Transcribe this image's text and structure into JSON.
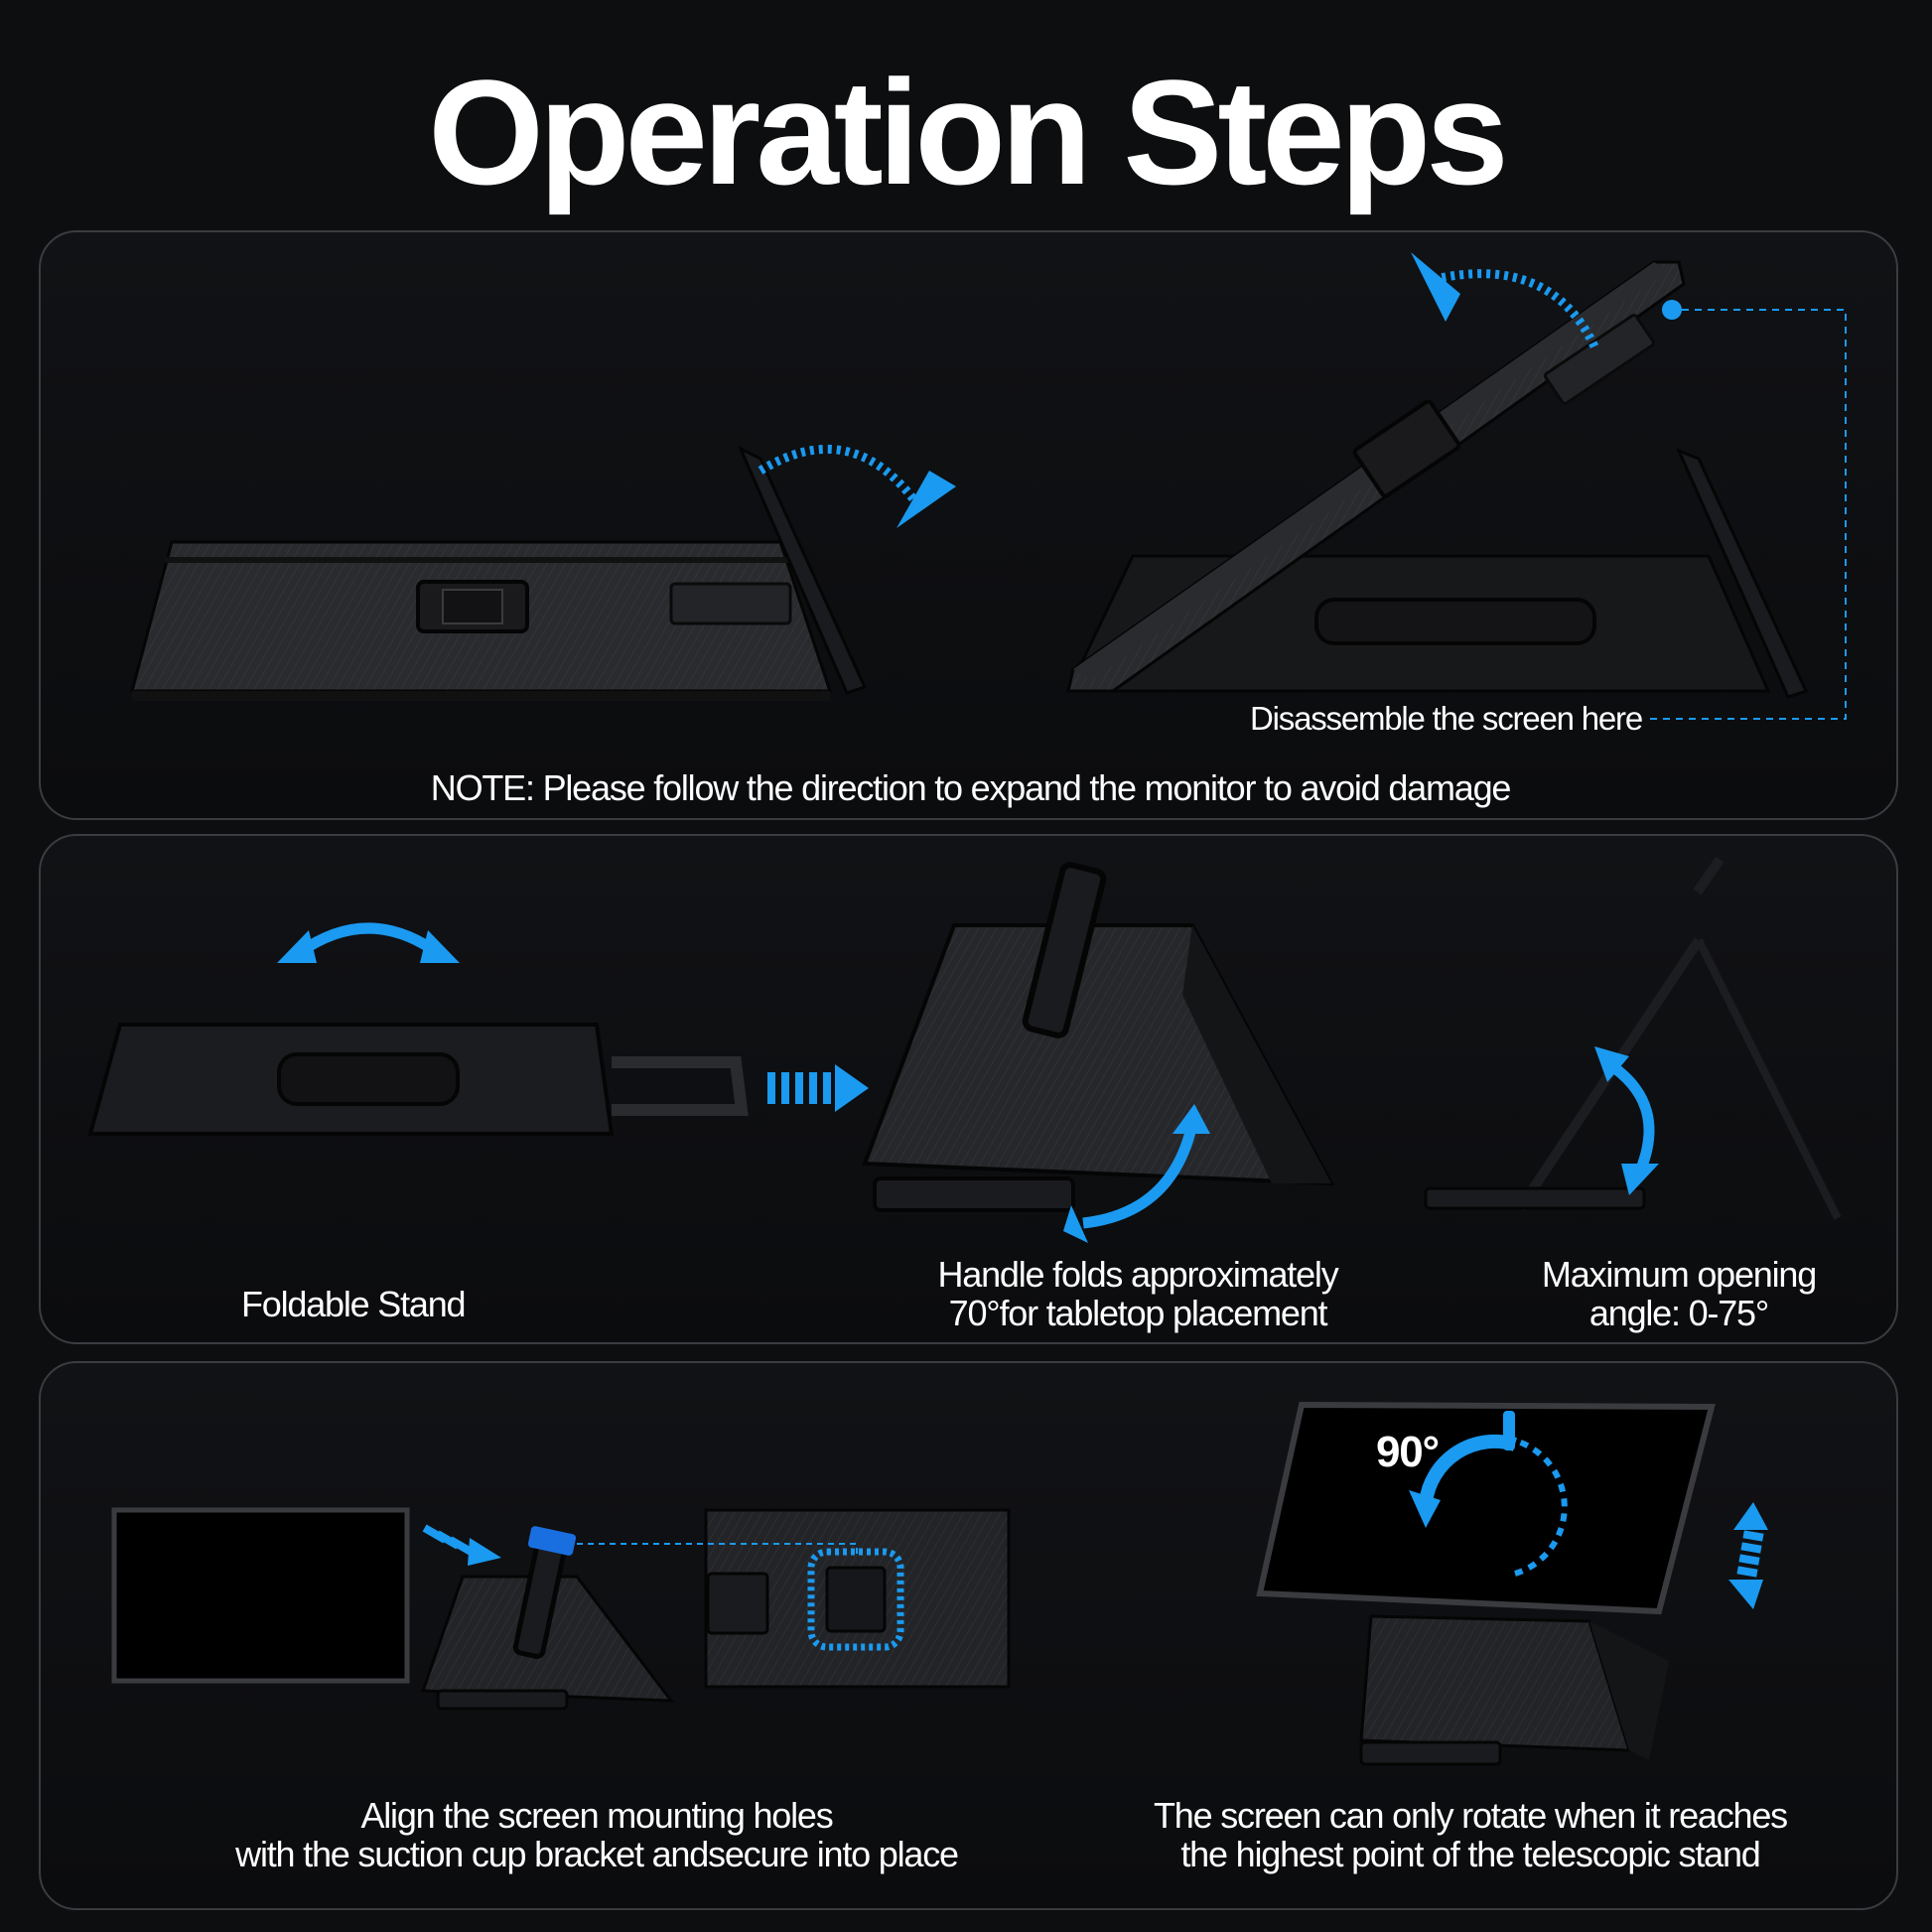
{
  "title": "Operation Steps",
  "accent_color": "#1a9af0",
  "panel1": {
    "disassemble_label": "Disassemble the screen here",
    "note": "NOTE: Please follow the direction to expand the monitor to avoid damage"
  },
  "panel2": {
    "foldable_label": "Foldable Stand",
    "handle_caption": [
      "Handle folds approximately",
      "70°for tabletop placement"
    ],
    "angle_caption": [
      "Maximum opening",
      "angle: 0-75°"
    ]
  },
  "panel3": {
    "rotation_badge": "90°",
    "align_caption": [
      "Align the screen mounting holes",
      "with the suction cup bracket andsecure into place"
    ],
    "rotate_caption": [
      "The screen can only rotate when it reaches",
      "the highest point of the telescopic stand"
    ]
  }
}
